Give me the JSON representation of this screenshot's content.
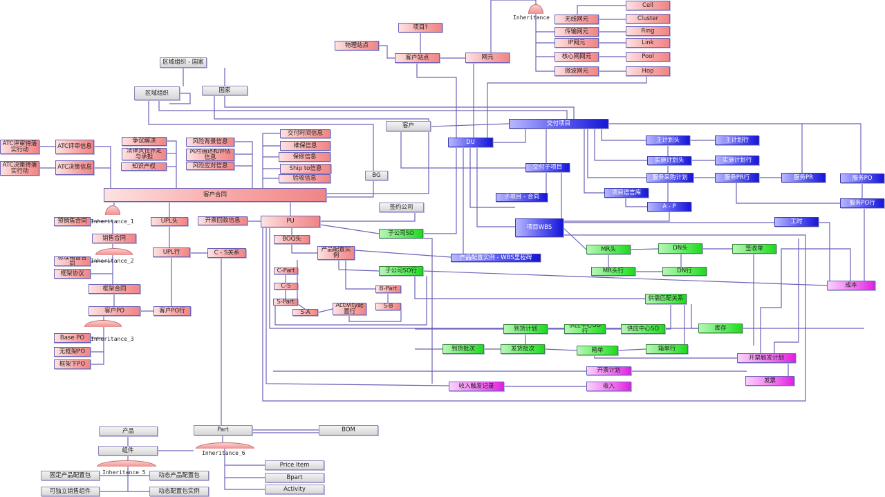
{
  "diagram": {
    "title": "客户合同 / 交付项目 数据模型 (ER Diagram)",
    "colors": {
      "contract_entity": "#f39494",
      "master_entity": "#d6d6d6",
      "project_entity": "#3030e0",
      "logistics_entity": "#40e040",
      "finance_entity": "#e840e8",
      "connector": "#6a62b8"
    },
    "entities": {
      "atc_review_action": "ATC评审待落实行动",
      "atc_decision_action": "ATC决策待落实行动",
      "atc_review_info": "ATC评审信息",
      "atc_decision_info": "ATC决策信息",
      "dispute": "争议解决",
      "liability": "法律责任界定与承担",
      "ip": "知识产权",
      "risk_bg": "风险背景信息",
      "risk_desc": "风险描述和评估信息",
      "risk_resp": "风险应对信息",
      "delivery_time": "交付时间信息",
      "maintenance": "维保信息",
      "warranty": "保修信息",
      "ship_to": "Ship to信息",
      "acceptance": "验收信息",
      "region_country": "区域组织 - 国家",
      "region_org": "区域组织",
      "country": "国家",
      "project_q": "项目?",
      "physical_site": "物理站点",
      "customer_site": "客户站点",
      "network_element": "网元",
      "wireless_ne": "无线网元",
      "transport_ne": "传输网元",
      "ip_ne": "IP网元",
      "core_ne": "核心网网元",
      "microwave_ne": "微波网元",
      "cell": "Cell",
      "cluster": "Cluster",
      "ring": "Ring",
      "link": "Link",
      "pool": "Pool",
      "hop": "Hop",
      "customer": "客户",
      "bg": "BG",
      "customer_contract": "客户合同",
      "du": "DU",
      "delivery_project": "交付项目",
      "delivery_subproject": "交付子项目",
      "subproject_contract": "子项目 - 合同",
      "project_wbs": "项目WBS",
      "master_plan_head": "主计划头",
      "master_plan_line": "主计划行",
      "impl_plan_head": "实施计划头",
      "impl_plan_line": "实施计划行",
      "service_purchase_plan": "服务采购计划",
      "service_pr_line": "服务PR行",
      "service_pr": "服务PR",
      "service_po": "服务PO",
      "service_po_line": "服务PO行",
      "project_lang_lib": "项目语言库",
      "a_p": "A - P",
      "work_hours": "工时",
      "presale_contract": "预销售合同",
      "upl_head": "UPL头",
      "invoice_payment": "开票回款信息",
      "pu": "PU",
      "signing_company": "签约公司",
      "sales_contract": "销售合同",
      "upl_line": "UPL行",
      "cs_relation": "C - S关系",
      "boq_head": "BOQ头",
      "product_config_instance": "产品配置实例",
      "subsidiary_so": "子公司SO",
      "pci_wbs_milestone": "产品配置实例 - WBS里程碑",
      "standard_sales_contract": "标准销售合同",
      "framework_agreement": "框架协议",
      "c_part": "C-Part",
      "c_s": "C-S",
      "s_part": "S-Part",
      "s_a": "S-A",
      "activity_config_line": "Activity配置行",
      "b_part": "B-Part",
      "s_b": "S-B",
      "subsidiary_so_line": "子公司SO行",
      "mr_head": "MR头",
      "dn_head": "DN头",
      "receipt": "签收单",
      "mr_line": "MR头行",
      "dn_line": "DN行",
      "cost": "成本",
      "framework_contract": "框架合同",
      "customer_po": "客户PO",
      "customer_po_line": "客户PO行",
      "supply_demand_match": "供需匹配关系",
      "arrival_plan": "到货计划",
      "supply_center_so_line": "供应中心SO行",
      "supply_center_so": "供应中心SO",
      "inventory": "库存",
      "base_po": "Base PO",
      "no_framework_po": "无框架PO",
      "framework_po": "框架下PO",
      "arrival_batch": "到货批次",
      "shipment_batch": "发货批次",
      "packing_list": "箱单",
      "packing_line": "箱单行",
      "invoice_trigger_plan": "开票触发计划",
      "invoice_plan": "开票计划",
      "invoice": "发票",
      "revenue_trigger_record": "收入触发记录",
      "revenue": "收入",
      "product": "产品",
      "part": "Part",
      "bom": "BOM",
      "component": "组件",
      "fixed_config_package": "固定产品配置包",
      "dynamic_config_package": "动态产品配置包",
      "standalone_component": "可独立销售组件",
      "dynamic_package_instance": "动态配置包实例",
      "price_item": "Price Item",
      "bpart": "Bpart",
      "activity": "Activity"
    },
    "inheritances": {
      "inh_ne": "Inheritance",
      "inh_1": "Inheritance_1",
      "inh_2": "Inheritance_2",
      "inh_3": "Inheritance_3",
      "inh_5": "Inheritance_5",
      "inh_6": "Inheritance_6"
    }
  }
}
